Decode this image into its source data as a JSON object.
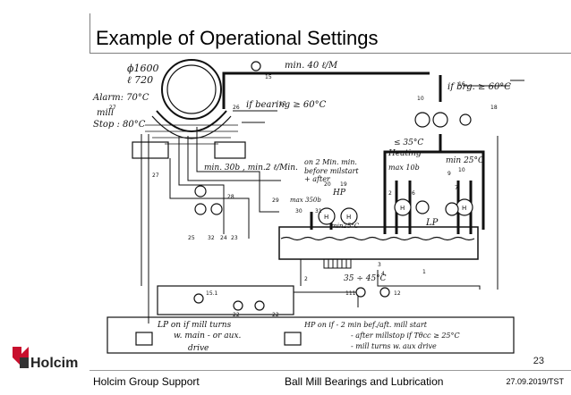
{
  "slide": {
    "title": "Example of Operational Settings",
    "page_number": "23",
    "footer_left": "Holcim Group Support",
    "footer_center": "Ball Mill Bearings and Lubrication",
    "footer_right": "27.09.2019/TST",
    "logo_text": "Holcim"
  },
  "diagram": {
    "labels": {
      "diameter": "ϕ1600",
      "length": "ℓ 720",
      "alarm": "Alarm: 70°C",
      "mill_stop_1": "mill",
      "mill_stop_2": "Stop : 80°C",
      "min_flow": "min. 40 ℓ/M",
      "if_brg": "if brg. ≥ 60°C",
      "if_bearing": "if bearing ≥ 60°C",
      "min30b": "min. 30b , min.2 ℓ/Min.",
      "on2min_1": "on 2 Min. min.",
      "on2min_2": "before milstart",
      "on2min_3": "+ after",
      "hp": "HP",
      "max350": "max 350b",
      "min25_hp": "min25°C",
      "max35": "≤ 35°C",
      "heating": "Heating",
      "max10b": "max 10b",
      "min25": "min 25°C",
      "lp": "LP",
      "temp_range": "35 ÷ 45°C",
      "note_lp_1": "LP on if mill turns",
      "note_lp_2": "w. main - or aux.",
      "note_lp_3": "drive",
      "note_hp_1": "HP on if - 2 min bef./aft. mill start",
      "note_hp_2": "- after millstop if Tθcc ≥ 25°C",
      "note_hp_3": "- mill turns w. aux drive"
    },
    "tags": [
      "15",
      "16",
      "17",
      "18",
      "26",
      "27",
      "27",
      "28",
      "29",
      "30",
      "31",
      "20",
      "19",
      "25",
      "32",
      "24",
      "23",
      "22",
      "22",
      "111",
      "12",
      "15.1",
      "2",
      "3",
      "4",
      "1",
      "2",
      "7",
      "6",
      "9",
      "10",
      "10"
    ]
  }
}
